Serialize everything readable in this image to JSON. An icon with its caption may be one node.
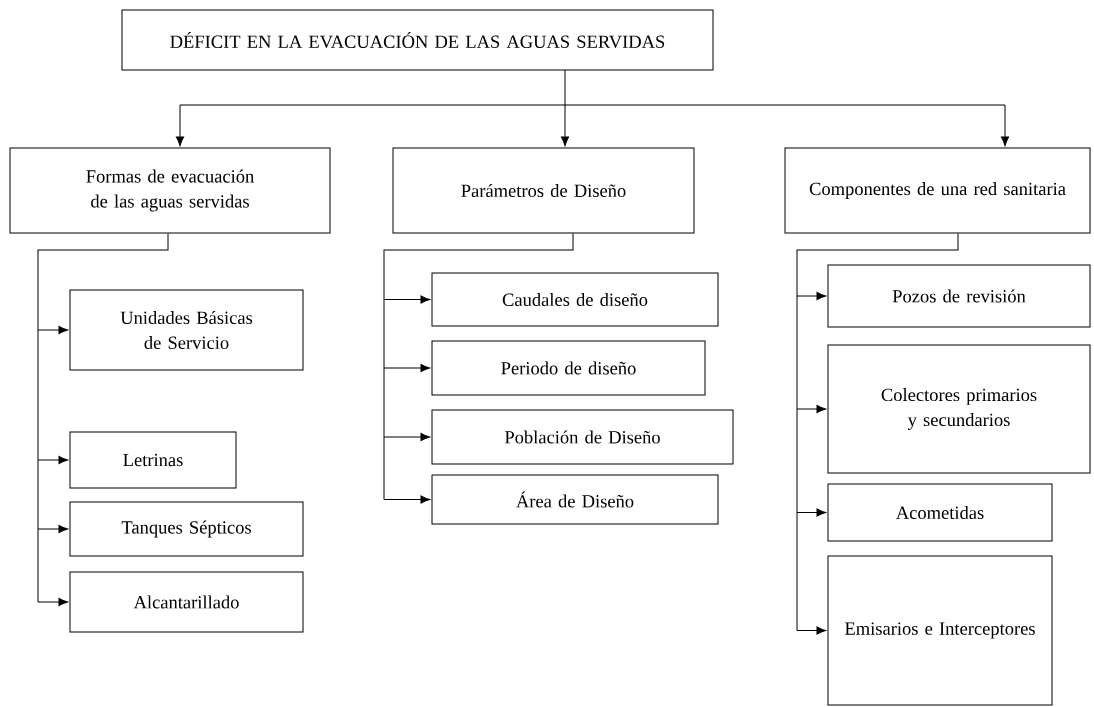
{
  "diagram": {
    "nodes": [
      {
        "text": [
          "DÉFICIT EN LA EVACUACIÓN DE LAS AGUAS SERVIDAS"
        ]
      },
      {
        "text": [
          "Formas de evacuación de las aguas servidas"
        ]
      },
      {
        "text": [
          "Parámetros de Diseño"
        ]
      },
      {
        "text": [
          "Componentes de una red sanitaria"
        ]
      },
      {
        "text": [
          "Unidades Básicas de Servicio"
        ]
      },
      {
        "text": [
          "Letrinas"
        ]
      },
      {
        "text": [
          "Tanques Sépticos"
        ]
      },
      {
        "text": [
          "Alcantarillado"
        ]
      },
      {
        "text": [
          "Caudales de diseño"
        ]
      },
      {
        "text": [
          "Periodo de diseño"
        ]
      },
      {
        "text": [
          "Población de Diseño"
        ]
      },
      {
        "text": [
          "Área de Diseño"
        ]
      },
      {
        "text": [
          "Pozos de revisión"
        ]
      },
      {
        "text": [
          "Colectores primarios y secundarios"
        ]
      },
      {
        "text": [
          "Acometidas"
        ]
      },
      {
        "text": [
          "Emisarios e Interceptores"
        ]
      }
    ],
    "edges": [
      {
        "from": 0,
        "to": 1,
        "arrow": "to"
      },
      {
        "from": 0,
        "to": 2,
        "arrow": "to"
      },
      {
        "from": 0,
        "to": 3,
        "arrow": "to"
      },
      {
        "from": 1,
        "to": 4,
        "arrow": "to"
      },
      {
        "from": 1,
        "to": 5,
        "arrow": "to"
      },
      {
        "from": 1,
        "to": 6,
        "arrow": "to"
      },
      {
        "from": 1,
        "to": 7,
        "arrow": "to"
      },
      {
        "from": 2,
        "to": 8,
        "arrow": "to"
      },
      {
        "from": 2,
        "to": 9,
        "arrow": "to"
      },
      {
        "from": 2,
        "to": 10,
        "arrow": "to"
      },
      {
        "from": 2,
        "to": 11,
        "arrow": "to"
      },
      {
        "from": 3,
        "to": 12,
        "arrow": "to"
      },
      {
        "from": 3,
        "to": 13,
        "arrow": "to"
      },
      {
        "from": 3,
        "to": 14,
        "arrow": "to"
      },
      {
        "from": 3,
        "to": 15,
        "arrow": "to"
      }
    ]
  }
}
